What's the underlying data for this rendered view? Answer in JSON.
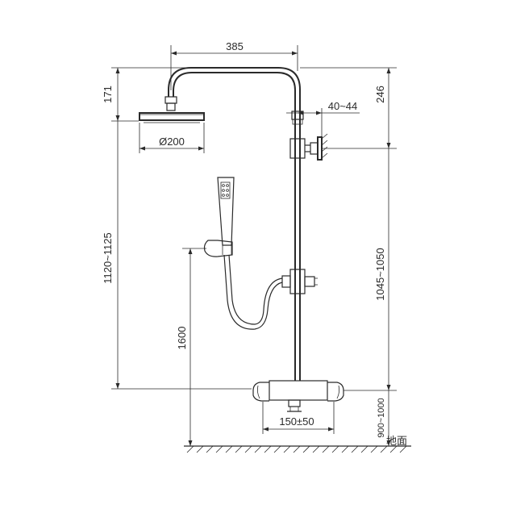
{
  "dimensions": {
    "arm_width": "385",
    "head_drop": "171",
    "top_drop": "246",
    "bracket_offset": "40~44",
    "head_diameter": "Ø200",
    "left_height": "1120~1125",
    "right_height": "1045~1050",
    "hand_height": "1600",
    "inlet_spacing": "150±50",
    "floor_height": "900~1000",
    "floor_label": "地面"
  },
  "colors": {
    "line": "#2a2a2a",
    "background": "#ffffff"
  }
}
